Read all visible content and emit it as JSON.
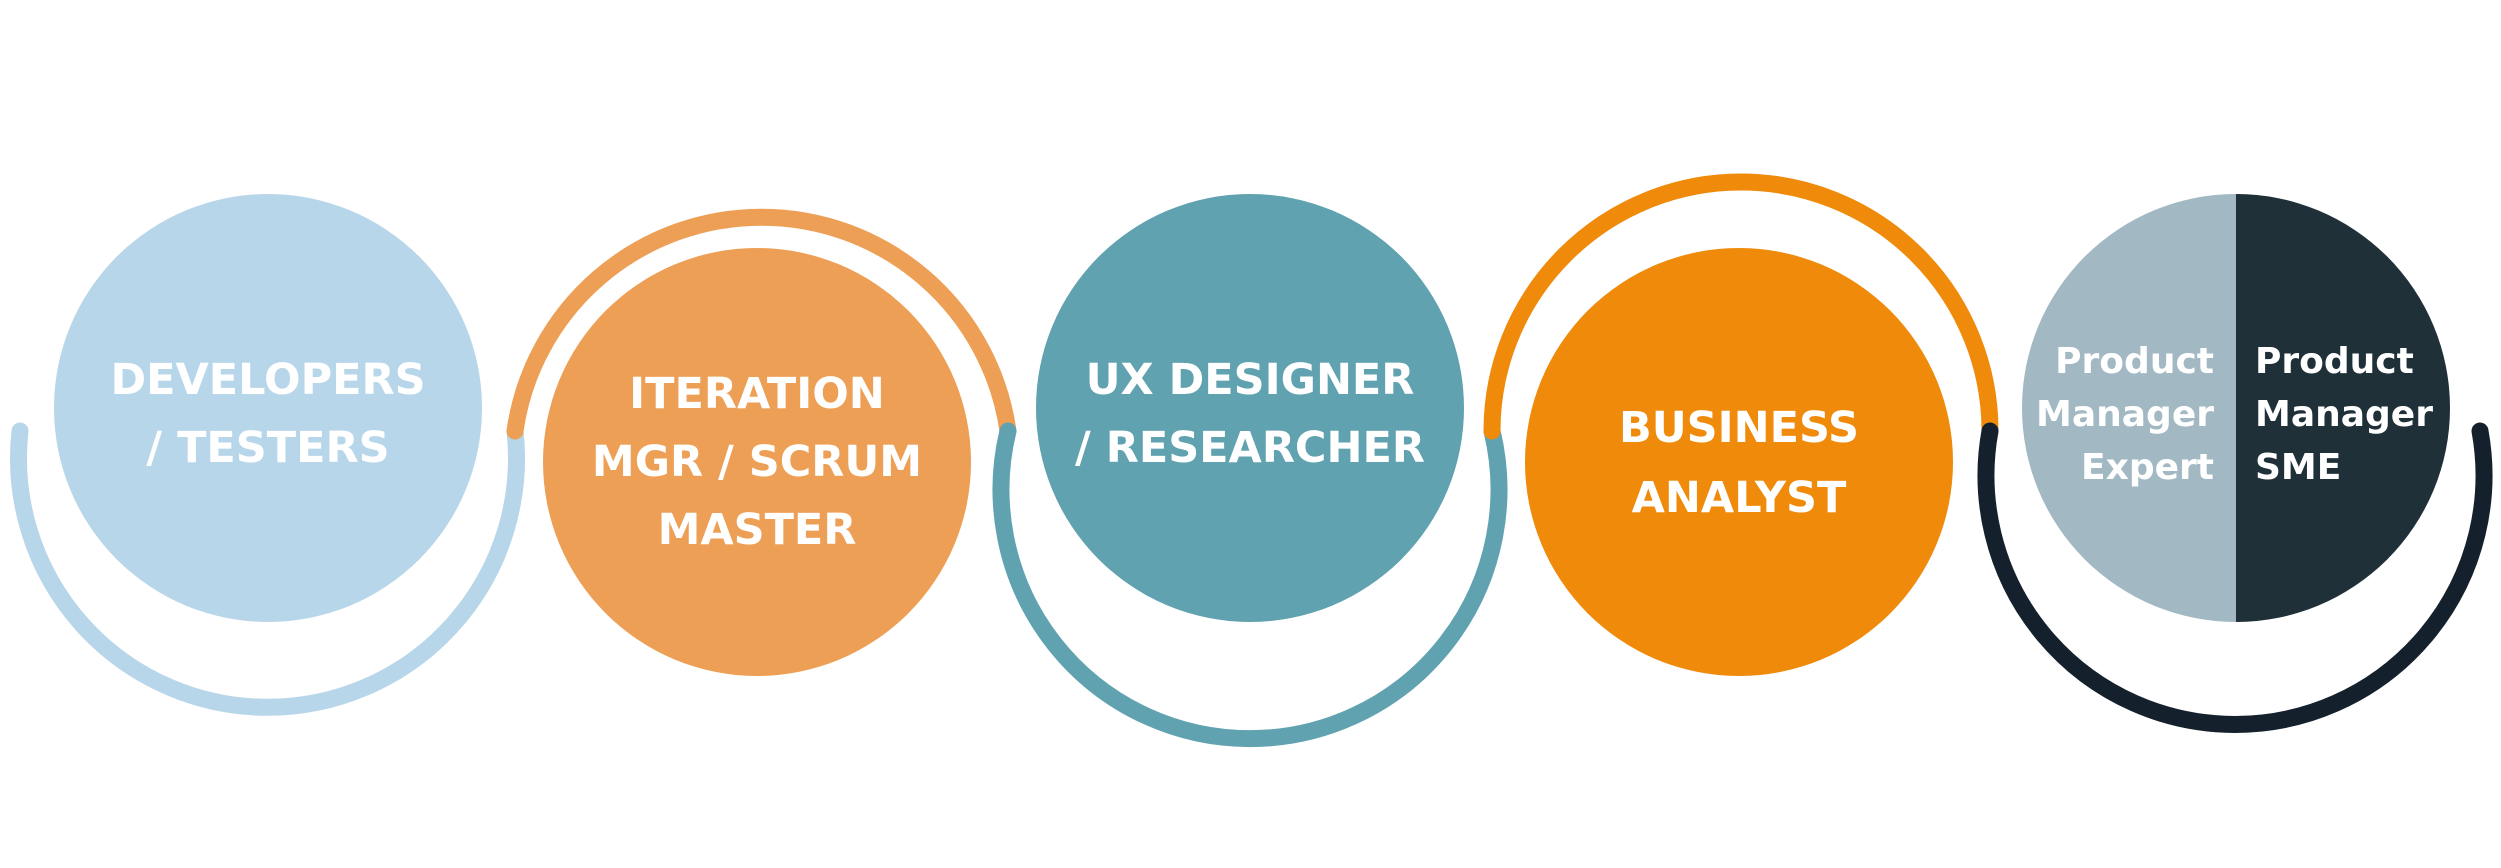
{
  "colors": {
    "light_blue": "#b8d6ea",
    "light_orange": "#ed9f55",
    "teal": "#60a2b0",
    "orange": "#ef8a0a",
    "slate": "#a2b9c4",
    "navy": "#1f3039",
    "arc_navy": "#14202b"
  },
  "roles": [
    {
      "id": "developers",
      "lines": [
        "DEVELOPERS",
        "/ TESTERS"
      ]
    },
    {
      "id": "iteration",
      "lines": [
        "ITERATION",
        "MGR / SCRUM",
        "MASTER"
      ]
    },
    {
      "id": "ux",
      "lines": [
        "UX DESIGNER",
        "/ RESEARCHER"
      ]
    },
    {
      "id": "business",
      "lines": [
        "BUSINESS",
        "ANALYST"
      ]
    },
    {
      "id": "product",
      "left_lines": [
        "Product",
        "Manager",
        "Expert"
      ],
      "right_lines": [
        "Product",
        "Manager",
        "SME"
      ]
    }
  ]
}
